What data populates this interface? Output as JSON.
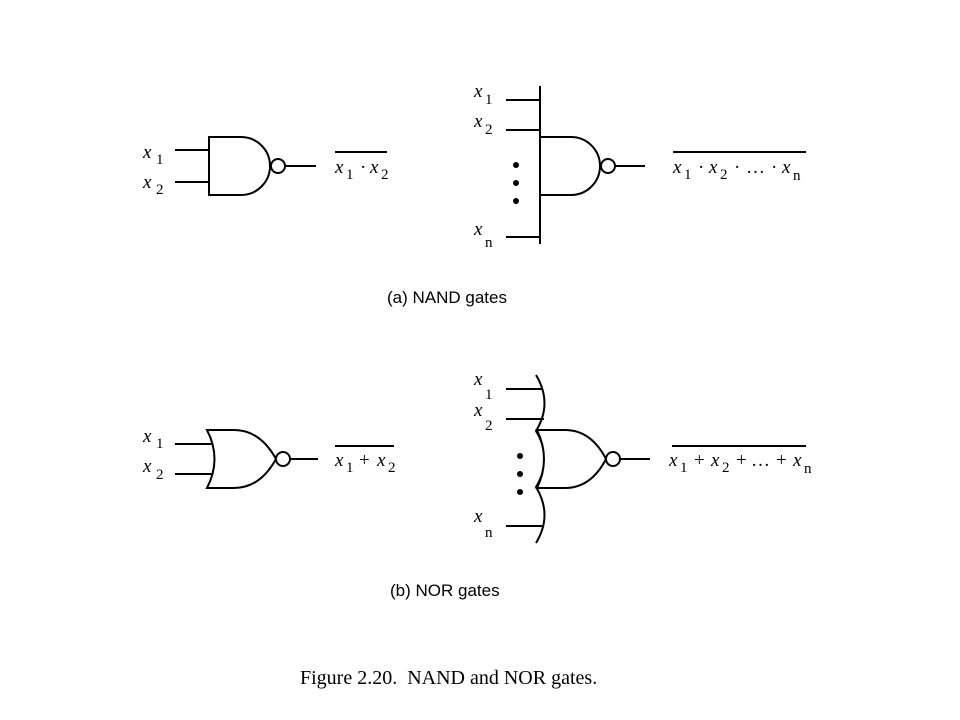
{
  "inputs": {
    "var": "x",
    "sub1": "1",
    "sub2": "2",
    "subn": "n"
  },
  "expressions": {
    "nand2": {
      "t1": "x",
      "s1": "1",
      "op1": "·",
      "t2": "x",
      "s2": "2"
    },
    "nandn": {
      "t1": "x",
      "s1": "1",
      "op1": "·",
      "t2": "x",
      "s2": "2",
      "op2": "·",
      "dots": "…",
      "op3": "·",
      "t3": "x",
      "s3": "n"
    },
    "nor2": {
      "t1": "x",
      "s1": "1",
      "op1": "+",
      "t2": "x",
      "s2": "2"
    },
    "norn": {
      "t1": "x",
      "s1": "1",
      "op1": "+",
      "t2": "x",
      "s2": "2",
      "op2": "+",
      "dots": "…",
      "op3": "+",
      "t3": "x",
      "s3": "n"
    }
  },
  "captions": {
    "a": "(a) NAND gates",
    "b": "(b) NOR gates"
  },
  "figure_title": "Figure 2.20.  NAND and NOR gates."
}
